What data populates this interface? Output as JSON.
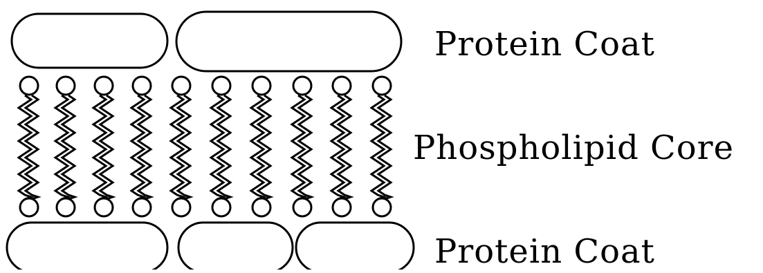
{
  "labels": {
    "top_protein_coat": "Protein Coat",
    "phospholipid_core": "Phospholipid Core",
    "bottom_protein_coat": "Protein Coat"
  },
  "diagram": {
    "top_coat_protein_count": 2,
    "bottom_coat_protein_count": 3,
    "phospholipid_count": 10,
    "line_color": "#000000",
    "background_color": "#ffffff"
  }
}
